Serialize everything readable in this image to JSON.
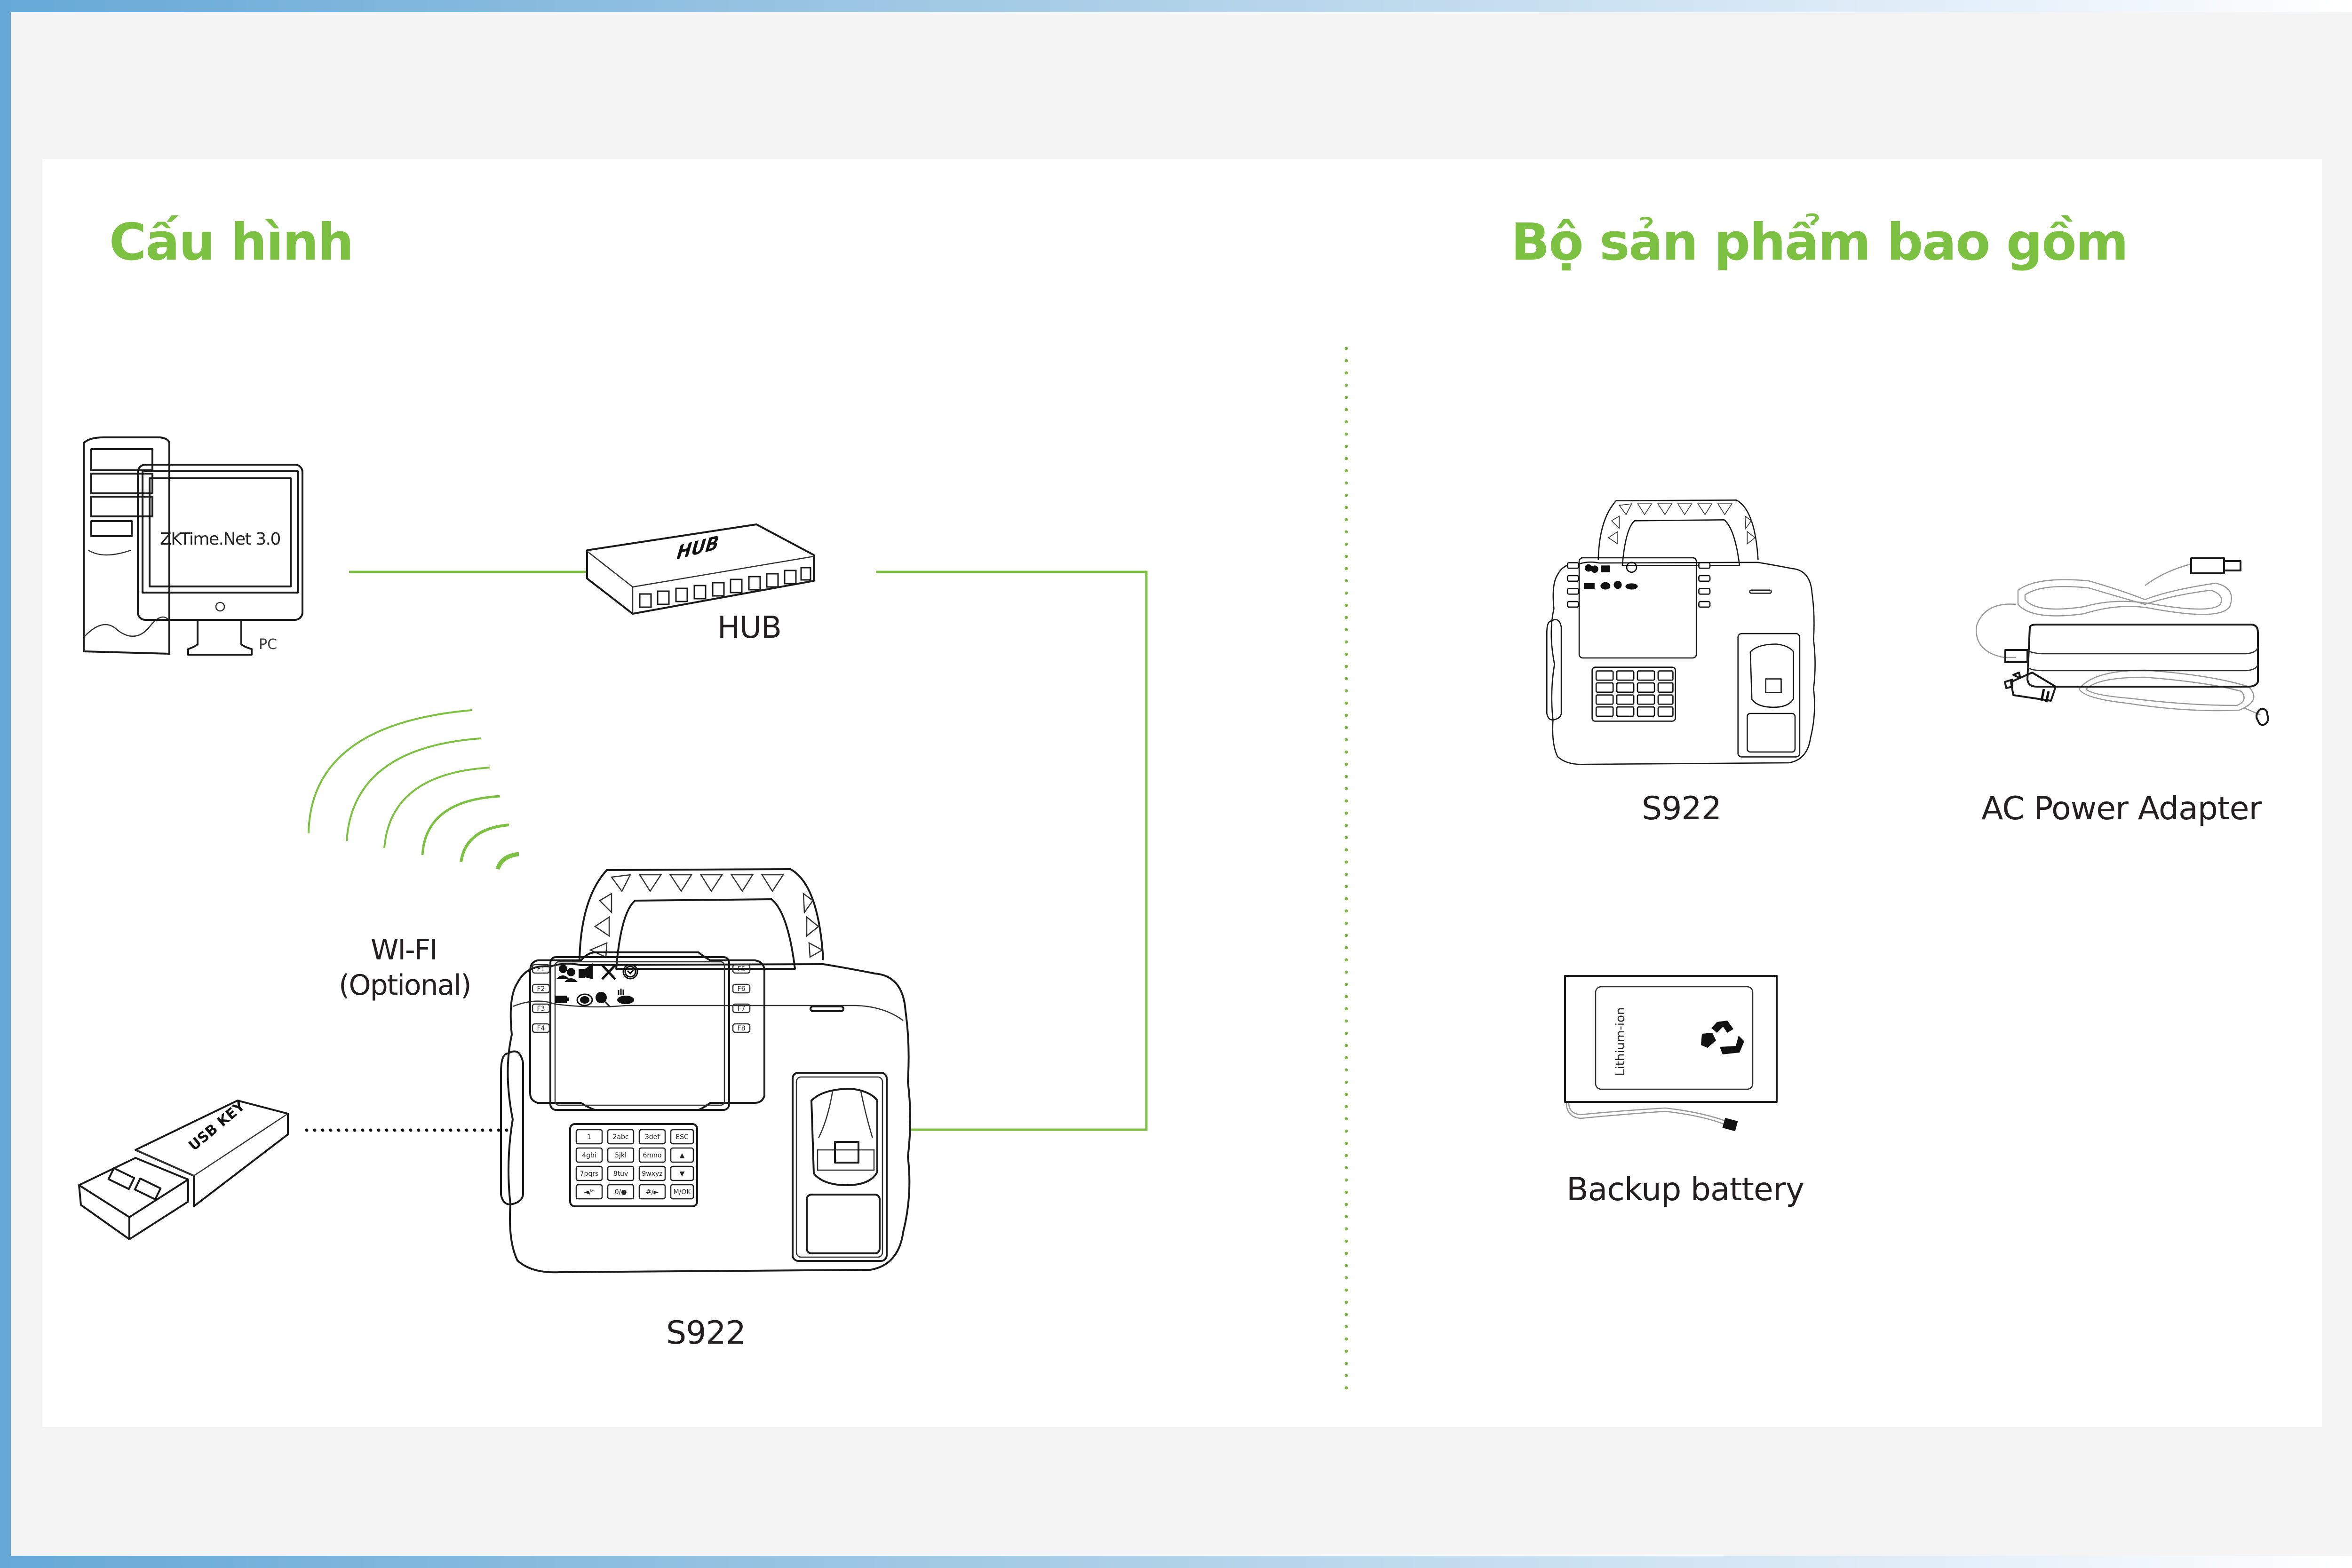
{
  "colors": {
    "accent_green": "#7cc142",
    "frame_blue": "#66a9d7",
    "page_bg": "#f4f4f4",
    "card_bg": "#ffffff",
    "text": "#231f20"
  },
  "left_section": {
    "title": "Cấu hình",
    "diagram": {
      "pc": {
        "screen_text": "ZKTime.Net 3.0",
        "label": "PC",
        "icon": "desktop-computer-icon"
      },
      "hub": {
        "top_text": "HUB",
        "label": "HUB",
        "icon": "network-hub-icon",
        "port_count": 10
      },
      "wifi": {
        "label_line1": "WI-FI",
        "label_line2": "(Optional)",
        "icon": "wifi-signal-icon"
      },
      "usb": {
        "body_text": "USB KEY",
        "icon": "usb-key-icon"
      },
      "device": {
        "label": "S922",
        "icon": "time-attendance-terminal-icon",
        "function_keys_left": [
          "F1",
          "F2",
          "F3",
          "F4"
        ],
        "function_keys_right": [
          "F5",
          "F6",
          "F7",
          "F8"
        ],
        "keypad": [
          [
            "1",
            "2abc",
            "3def",
            "ESC"
          ],
          [
            "4ghi",
            "5jkl",
            "6mno",
            "▲"
          ],
          [
            "7pqrs",
            "8tuv",
            "9wxyz",
            "▼"
          ],
          [
            "◄/*",
            "0/●",
            "#/►",
            "M/OK"
          ]
        ]
      },
      "connections": [
        {
          "from": "pc",
          "to": "hub",
          "style": "solid"
        },
        {
          "from": "hub",
          "to": "device",
          "style": "solid"
        },
        {
          "from": "usb",
          "to": "device",
          "style": "dotted"
        },
        {
          "from": "wifi",
          "to": "device",
          "style": "wireless"
        }
      ]
    }
  },
  "right_section": {
    "title": "Bộ sản phẩm bao gồm",
    "items": [
      {
        "label": "S922",
        "icon": "time-attendance-terminal-icon"
      },
      {
        "label": "AC Power Adapter",
        "icon": "power-adapter-icon"
      },
      {
        "label": "Backup battery",
        "icon": "battery-icon",
        "battery_text": "Lithium-ion"
      }
    ]
  }
}
